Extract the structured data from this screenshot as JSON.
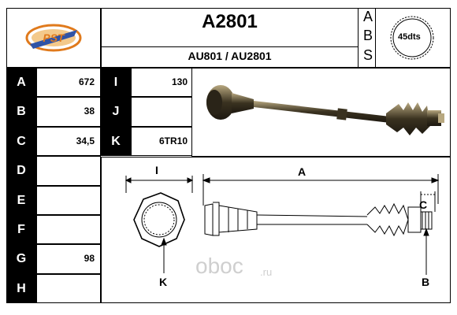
{
  "header": {
    "part_number": "A2801",
    "cross_reference": "AU801 / AU2801",
    "abs_letters": [
      "A",
      "B",
      "S"
    ],
    "abs_teeth": "45dts",
    "logo_text": "PST"
  },
  "spec_table": {
    "rows": [
      {
        "label": "A",
        "value": "672"
      },
      {
        "label": "B",
        "value": "38"
      },
      {
        "label": "C",
        "value": "34,5"
      },
      {
        "label": "D",
        "value": ""
      },
      {
        "label": "E",
        "value": ""
      },
      {
        "label": "F",
        "value": ""
      },
      {
        "label": "G",
        "value": "98"
      },
      {
        "label": "H",
        "value": ""
      }
    ],
    "rows_right": [
      {
        "label": "I",
        "value": "130"
      },
      {
        "label": "J",
        "value": ""
      },
      {
        "label": "K",
        "value": "6TR10"
      }
    ]
  },
  "diagram": {
    "dim_letters": {
      "A": "A",
      "B": "B",
      "C": "C",
      "I": "I",
      "K": "K"
    }
  },
  "watermark": {
    "brand": "oboc",
    "tld": ".ru"
  },
  "colors": {
    "shaft": "#3a3220",
    "shaft_highlight": "#b8a880",
    "logo_orange": "#e07a1c",
    "logo_blue": "#2f53a6"
  }
}
